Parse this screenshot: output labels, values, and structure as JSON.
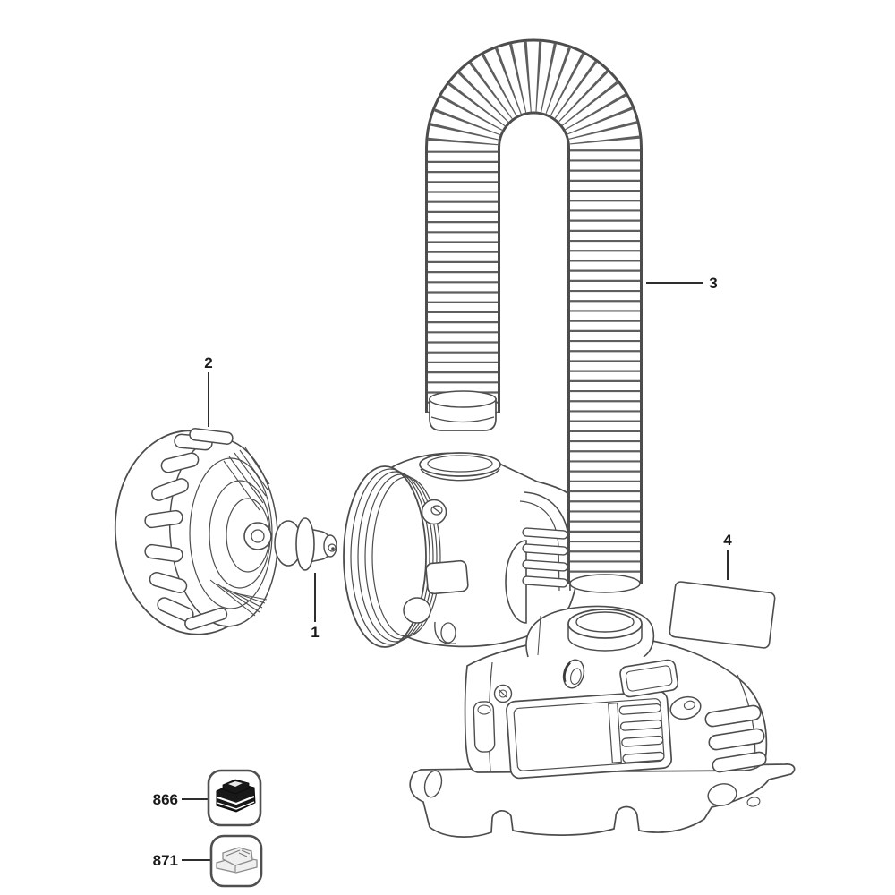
{
  "diagram": {
    "kind": "exploded-parts-diagram",
    "colors": {
      "background": "#ffffff",
      "line": "#4d4d4d",
      "callout_text": "#1a1a1a",
      "leader_line": "#2e2e2e",
      "battery_fill": "#181818",
      "charger_line": "#8c8c8c",
      "ref_box_stroke": "#4f4f4f"
    },
    "callouts": [
      {
        "label": "1",
        "part": "bulb"
      },
      {
        "label": "2",
        "part": "bezel-reflector-ring"
      },
      {
        "label": "3",
        "part": "flexible-hose"
      },
      {
        "label": "4",
        "part": "label-sticker"
      }
    ],
    "references": [
      {
        "number": "866",
        "item": "battery-pack"
      },
      {
        "number": "871",
        "item": "battery-charger"
      }
    ]
  }
}
